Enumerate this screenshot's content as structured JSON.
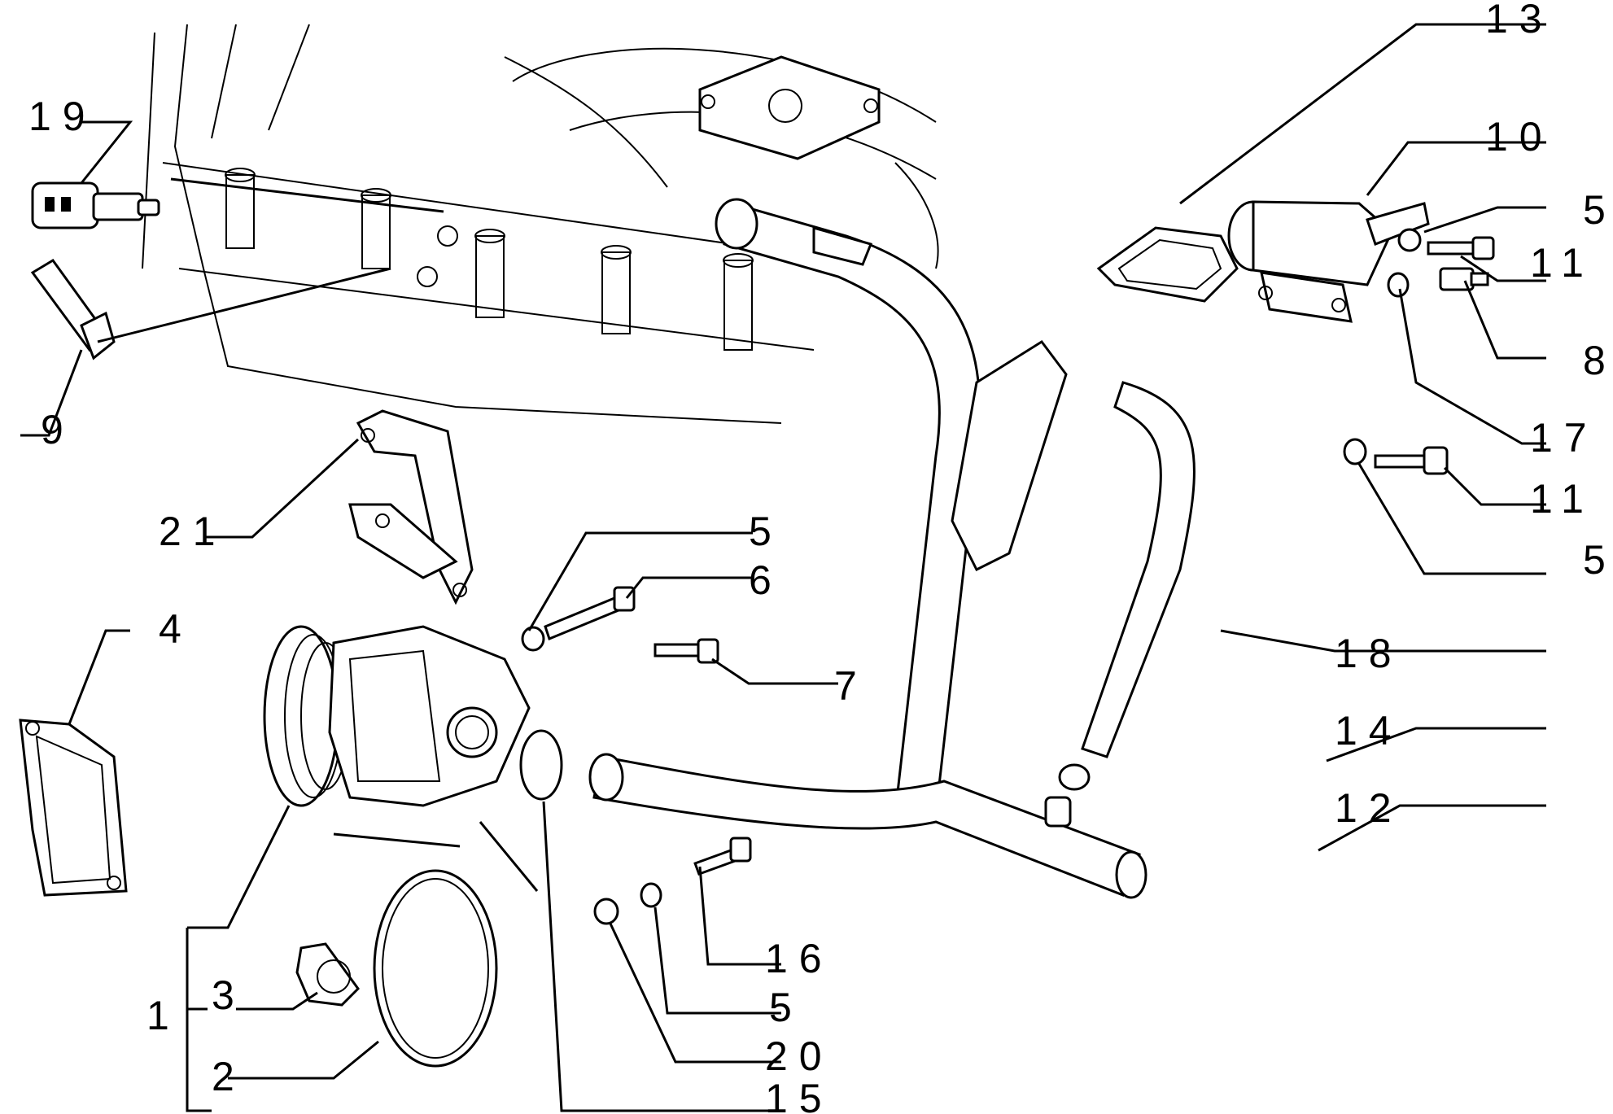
{
  "diagram": {
    "callouts": {
      "c1": "1",
      "c2": "2",
      "c3": "3",
      "c4": "4",
      "c5a": "5",
      "c5b": "5",
      "c5c": "5",
      "c5d": "5",
      "c6": "6",
      "c7": "7",
      "c8": "8",
      "c9": "9",
      "c10": "10",
      "c11a": "11",
      "c11b": "11",
      "c12": "12",
      "c13": "13",
      "c14": "14",
      "c15": "15",
      "c16": "16",
      "c17": "17",
      "c18": "18",
      "c19": "19",
      "c20": "20",
      "c21": "21"
    }
  }
}
